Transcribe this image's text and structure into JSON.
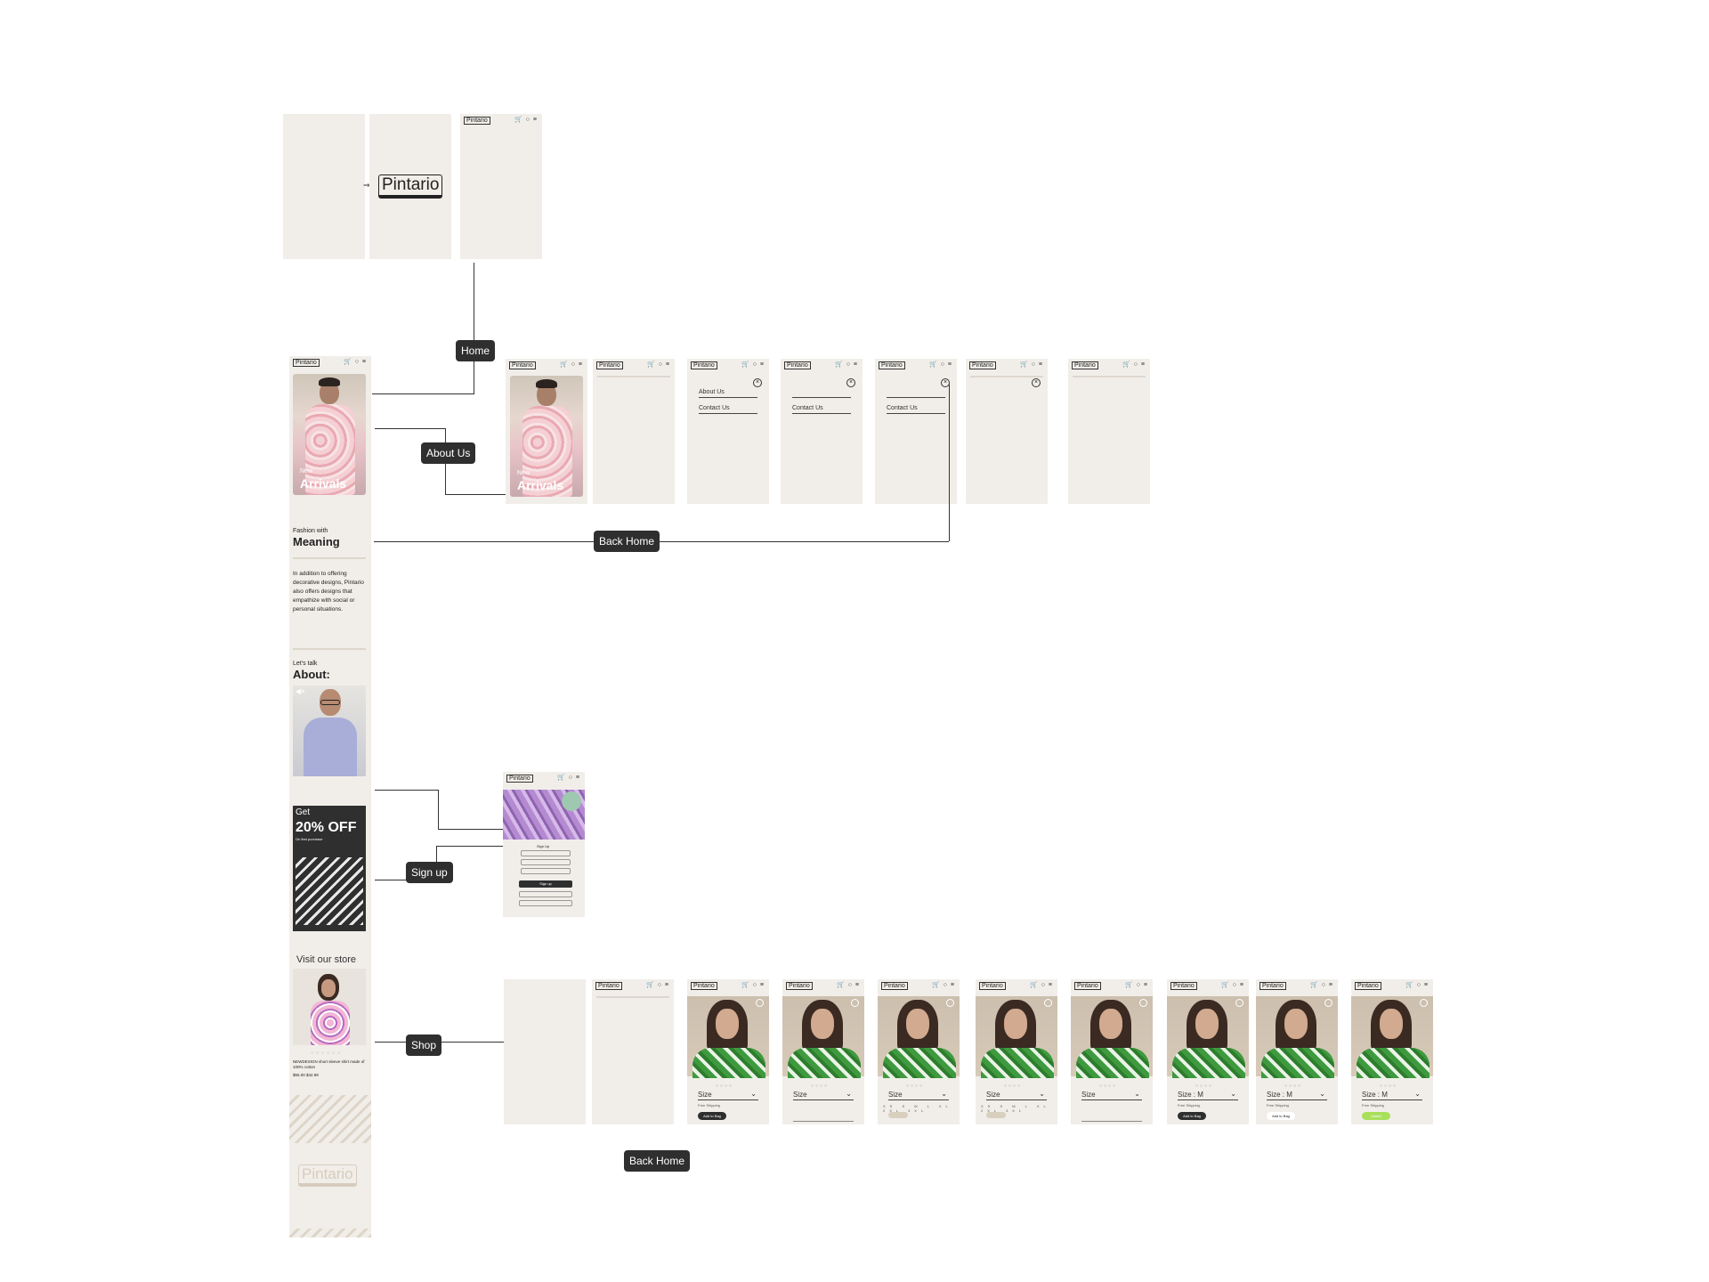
{
  "brand": {
    "logo": "Pintario",
    "splash_logo": "Pintario",
    "nav_icons": "🛒 ○ ≡"
  },
  "flow_labels": {
    "home": "Home",
    "about_us": "About Us",
    "back_home_1": "Back Home",
    "sign_up": "Sign up",
    "shop": "Shop",
    "back_home_2": "Back Home"
  },
  "hero": {
    "small": "New",
    "big": "Arrivals"
  },
  "menu": {
    "about": "About Us",
    "contact": "Contact Us"
  },
  "home_page": {
    "fashion_small": "Fashion with",
    "fashion_big": "Meaning",
    "paragraph": "In addition to offering decorative designs, Pintario also offers designs that empathize with social or personal situations.",
    "talk_small": "Let's talk",
    "talk_big": "About:",
    "promo_get": "Get",
    "promo_big": "20% OFF",
    "promo_sub": "On first purchase",
    "visit_store": "Visit our store",
    "product_name": "NEWDESIGN short sleeve shirt made of 100% cotton",
    "product_price": "$55.00  $42.99",
    "footer_logo": "Pintario"
  },
  "signup": {
    "title": "Sign Up",
    "button": "Sign up"
  },
  "product_screens": {
    "size": "Size",
    "size_m": "Size : M",
    "add_to_bag": "Add to Bag",
    "added": "Added",
    "shipping": "Free Shipping",
    "sizes": "XS S M L XL 2XL 3XL"
  },
  "colors": {
    "canvas": "#ffffff",
    "frame": "#f1eee9",
    "dark": "#2f2f2f",
    "accent_green": "#a9e05b"
  }
}
